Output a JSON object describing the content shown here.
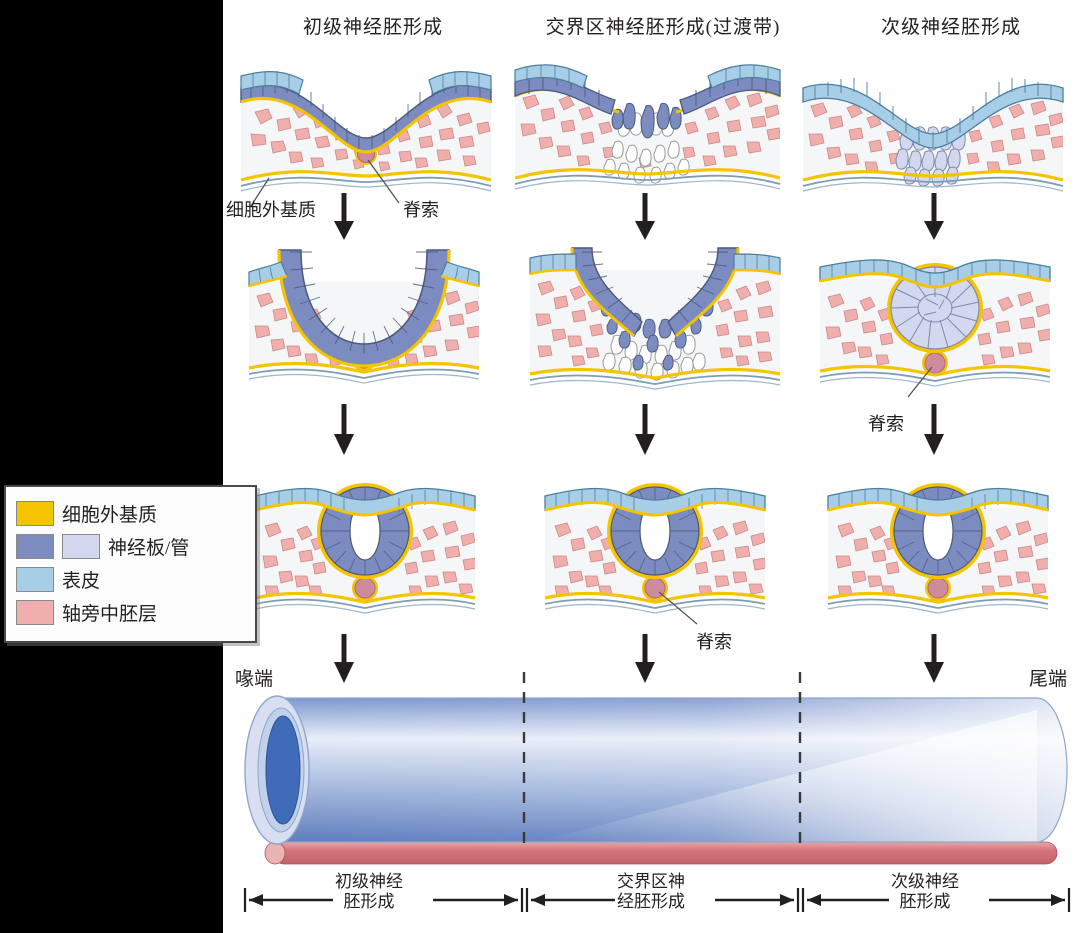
{
  "figure": {
    "columns": [
      {
        "id": "primary",
        "title": "初级神经胚形成"
      },
      {
        "id": "junctional",
        "title": "交界区神经胚形成(过渡带)"
      },
      {
        "id": "secondary",
        "title": "次级神经胚形成"
      }
    ],
    "annotations": [
      {
        "id": "ecm-callout",
        "text": "细胞外基质"
      },
      {
        "id": "notochord-r1",
        "text": "脊索"
      },
      {
        "id": "notochord-col3-r2",
        "text": "脊索"
      },
      {
        "id": "notochord-col2-r3",
        "text": "脊索"
      }
    ],
    "axis": {
      "rostral": "喙端",
      "caudal": "尾端",
      "segments": [
        {
          "id": "seg-primary",
          "line1": "初级神经",
          "line2": "胚形成"
        },
        {
          "id": "seg-junctional",
          "line1": "交界区神",
          "line2": "经胚形成"
        },
        {
          "id": "seg-secondary",
          "line1": "次级神经",
          "line2": "胚形成"
        }
      ]
    },
    "legend": {
      "items": [
        {
          "id": "ecm",
          "label": "细胞外基质",
          "swatches": [
            "#F5C400"
          ]
        },
        {
          "id": "neural-plate-tube",
          "label": "神经板/管",
          "swatches": [
            "#7C8BC0",
            "#D3D8EE"
          ]
        },
        {
          "id": "epidermis",
          "label": "表皮",
          "swatches": [
            "#A8CDE6"
          ]
        },
        {
          "id": "paraxial-mesoderm",
          "label": "轴旁中胚层",
          "swatches": [
            "#F0AFAC"
          ]
        }
      ]
    },
    "colors": {
      "ecm_yellow": "#F5C400",
      "neural_blue": "#7C8BC0",
      "neural_pale": "#D3D8EE",
      "epidermis_blue": "#A8CDE6",
      "mesoderm_pink": "#F0AFAC",
      "notochord_pink": "#CE8B9B",
      "outline": "#4a5a78",
      "tube_blue": "#6E8BC8",
      "text": "#231f20",
      "background_band": "#000000"
    }
  }
}
